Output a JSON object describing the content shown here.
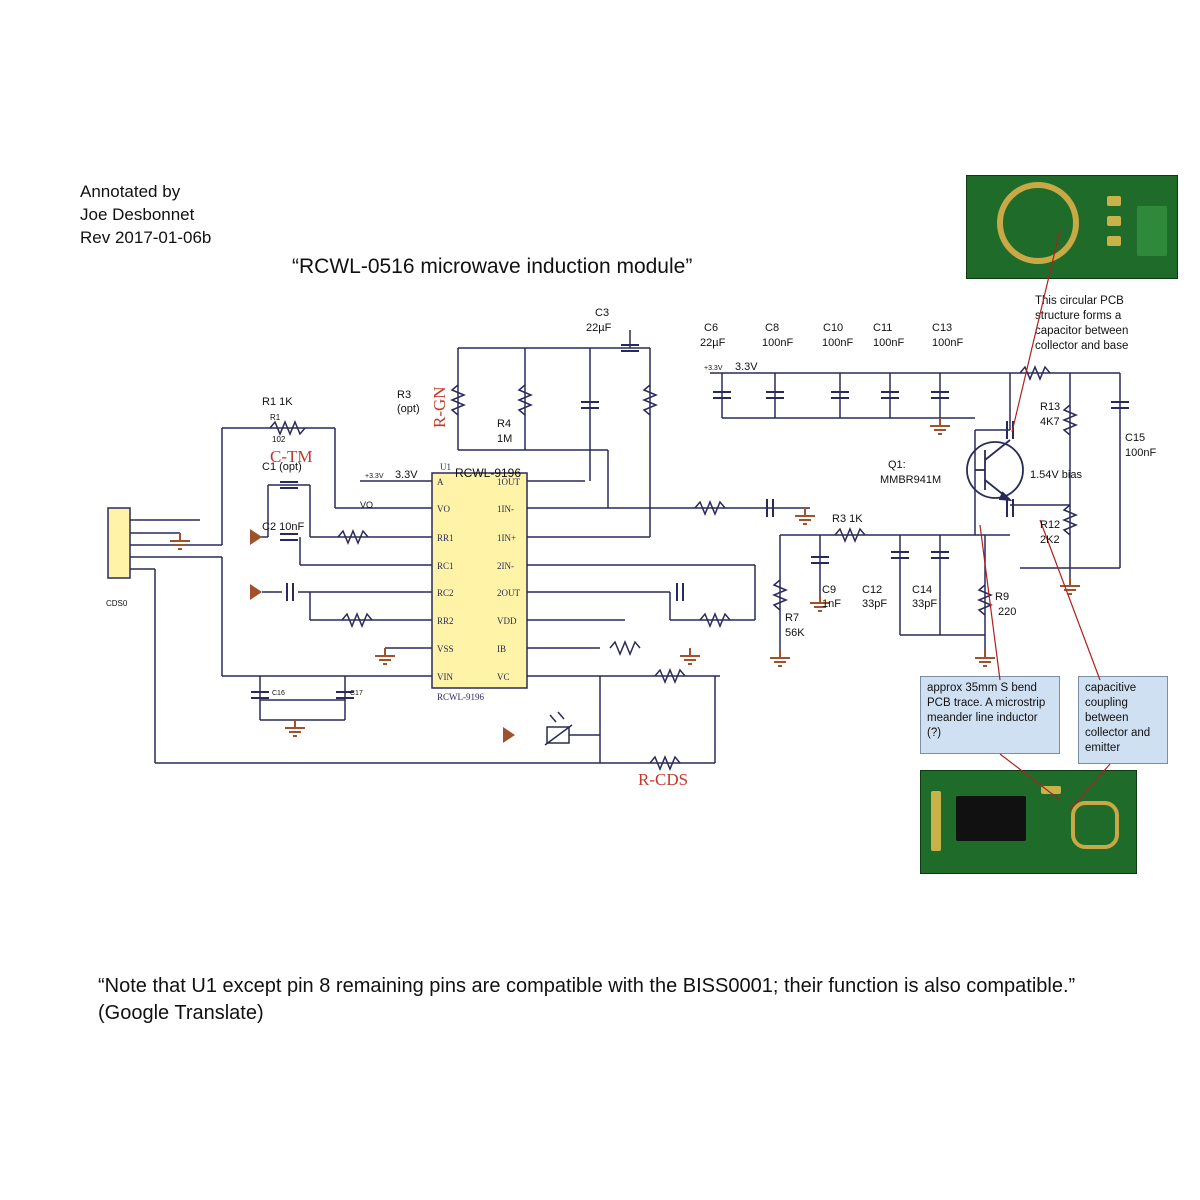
{
  "annotation": {
    "line1": "Annotated by",
    "line2": "Joe Desbonnet",
    "line3": "Rev 2017-01-06b"
  },
  "title": "“RCWL-0516 microwave induction module”",
  "note": "“Note that U1 except pin 8 remaining pins are compatible with the BISS0001; their function is also compatible.” (Google Translate)",
  "callouts": {
    "circular": "This circular PCB structure forms a capacitor between collector and base",
    "meander": "approx 35mm S bend PCB trace. A microstrip meander line inductor (?)",
    "coupling": "capacitive coupling between collector and emitter"
  },
  "ic": {
    "name": "RCWL-9196",
    "ref": "U1",
    "footer": "RCWL-9196",
    "left_pins": [
      "A",
      "VO",
      "RR1",
      "RC1",
      "RC2",
      "RR2",
      "VSS",
      "VIN"
    ],
    "right_pins": [
      "1OUT",
      "1IN-",
      "1IN+",
      "2IN-",
      "2OUT",
      "VDD",
      "IB",
      "VC"
    ]
  },
  "labels": {
    "r1": "R1 1K",
    "r1_sub": "R1",
    "r1_val": "102",
    "c_tm": "C-TM",
    "c1": "C1 (opt)",
    "c2": "C2 10nF",
    "r3": "R3",
    "r3_opt": "(opt)",
    "r_gn": "R-GN",
    "r4": "R4",
    "r4_val": "1M",
    "c3": "C3",
    "c3_val": "22µF",
    "v33_a": "3.3V",
    "v33_b": "3.3V",
    "v33_small": "+3.3V",
    "c6": "C6",
    "c6_val": "22µF",
    "c8": "C8",
    "c8_val": "100nF",
    "c10": "C10",
    "c10_val": "100nF",
    "c11": "C11",
    "c11_val": "100nF",
    "c13": "C13",
    "c13_val": "100nF",
    "r13": "R13",
    "r13_val": "4K7",
    "c15": "C15",
    "c15_val": "100nF",
    "q1": "Q1:",
    "q1_part": "MMBR941M",
    "bias": "1.54V bias",
    "r12": "R12",
    "r12_val": "2K2",
    "r3k": "R3 1K",
    "c9": "C9",
    "c9_val": "1nF",
    "c12": "C12",
    "c12_val": "33pF",
    "c14": "C14",
    "c14_val": "33pF",
    "r9": "R9",
    "r9_val": "220",
    "r7": "R7",
    "r7_val": "56K",
    "r_cds": "R-CDS",
    "connector": "CDS0",
    "c16": "C16",
    "c17": "C17",
    "vo": "VO"
  },
  "colors": {
    "wire": "#2a2a5a",
    "red_label": "#c0392b",
    "ic_fill": "#fff3a8",
    "ground": "#a0522d",
    "callout_bg": "#cfe0f2",
    "pcb": "#1f6b2a",
    "leader": "#b02020"
  }
}
